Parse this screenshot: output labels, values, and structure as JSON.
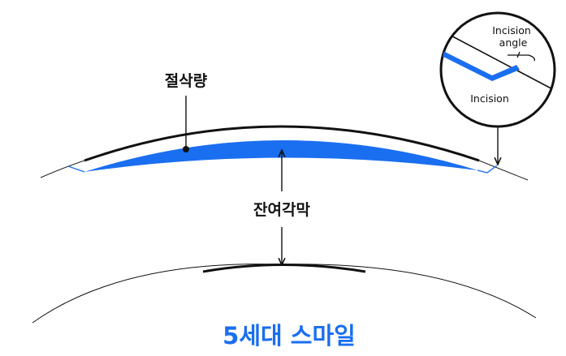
{
  "labels": {
    "cut_amount": "절삭량",
    "residual_cornea": "잔여각막",
    "incision_angle": "Incision angle",
    "incision": "Incision"
  },
  "caption": "5세대 스마일",
  "colors": {
    "lenticule": "#1a6ef0",
    "caption": "#1a6ef0",
    "line": "#111111",
    "thin_line": "#222222"
  }
}
